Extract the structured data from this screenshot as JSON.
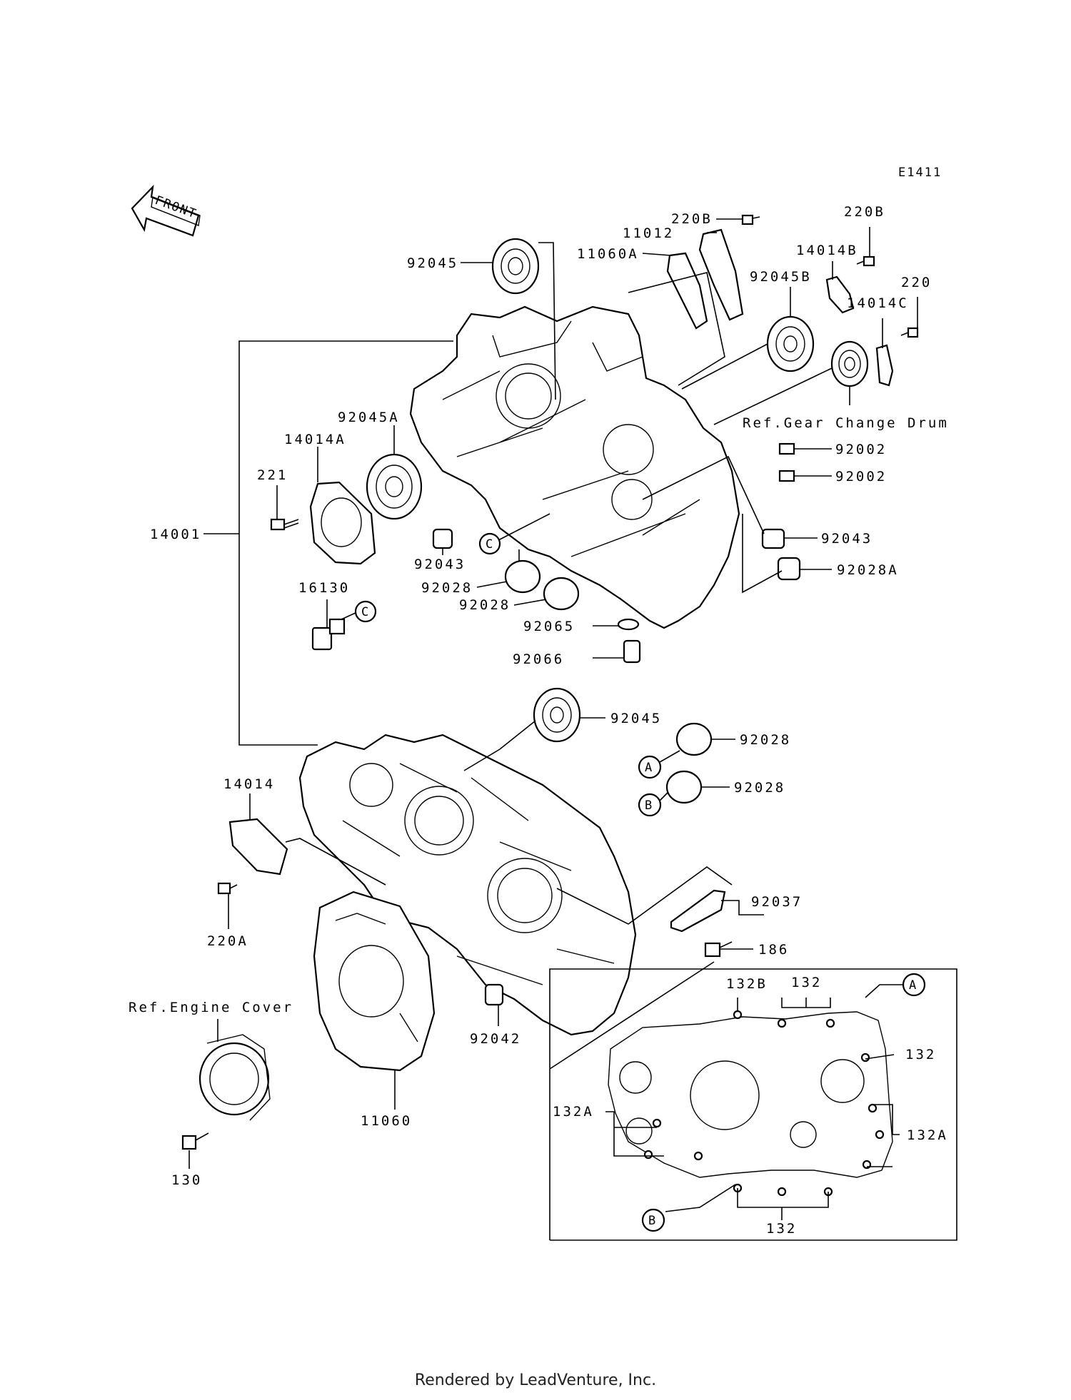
{
  "diagram_code": "E1411",
  "front_label": "FRONT",
  "ref_gear_change_drum": "Ref.Gear Change Drum",
  "ref_engine_cover": "Ref.Engine Cover",
  "callouts": {
    "c_circle": "C",
    "a_circle": "A",
    "b_circle": "B"
  },
  "parts": {
    "p92045_top": "92045",
    "p220B_a": "220B",
    "p11012": "11012",
    "p11060A": "11060A",
    "p220B_b": "220B",
    "p14014B": "14014B",
    "p92045B": "92045B",
    "p220": "220",
    "p14014C": "14014C",
    "p92045A": "92045A",
    "p14014A": "14014A",
    "p221": "221",
    "p92002_a": "92002",
    "p92002_b": "92002",
    "p14001": "14001",
    "p92043_left": "92043",
    "p92043_right": "92043",
    "p92028A": "92028A",
    "p92028_a": "92028",
    "p92028_b": "92028",
    "p16130": "16130",
    "p92065": "92065",
    "p92066": "92066",
    "p92045_mid": "92045",
    "p92028_c": "92028",
    "p92028_d": "92028",
    "p14014": "14014",
    "p220A": "220A",
    "p92037": "92037",
    "p186": "186",
    "p132B": "132B",
    "p132_top": "132",
    "p132_right": "132",
    "p132A_left": "132A",
    "p132A_right": "132A",
    "p132_bottom": "132",
    "p11060": "11060",
    "p92042": "92042",
    "p130": "130"
  },
  "footer": "Rendered by LeadVenture, Inc."
}
